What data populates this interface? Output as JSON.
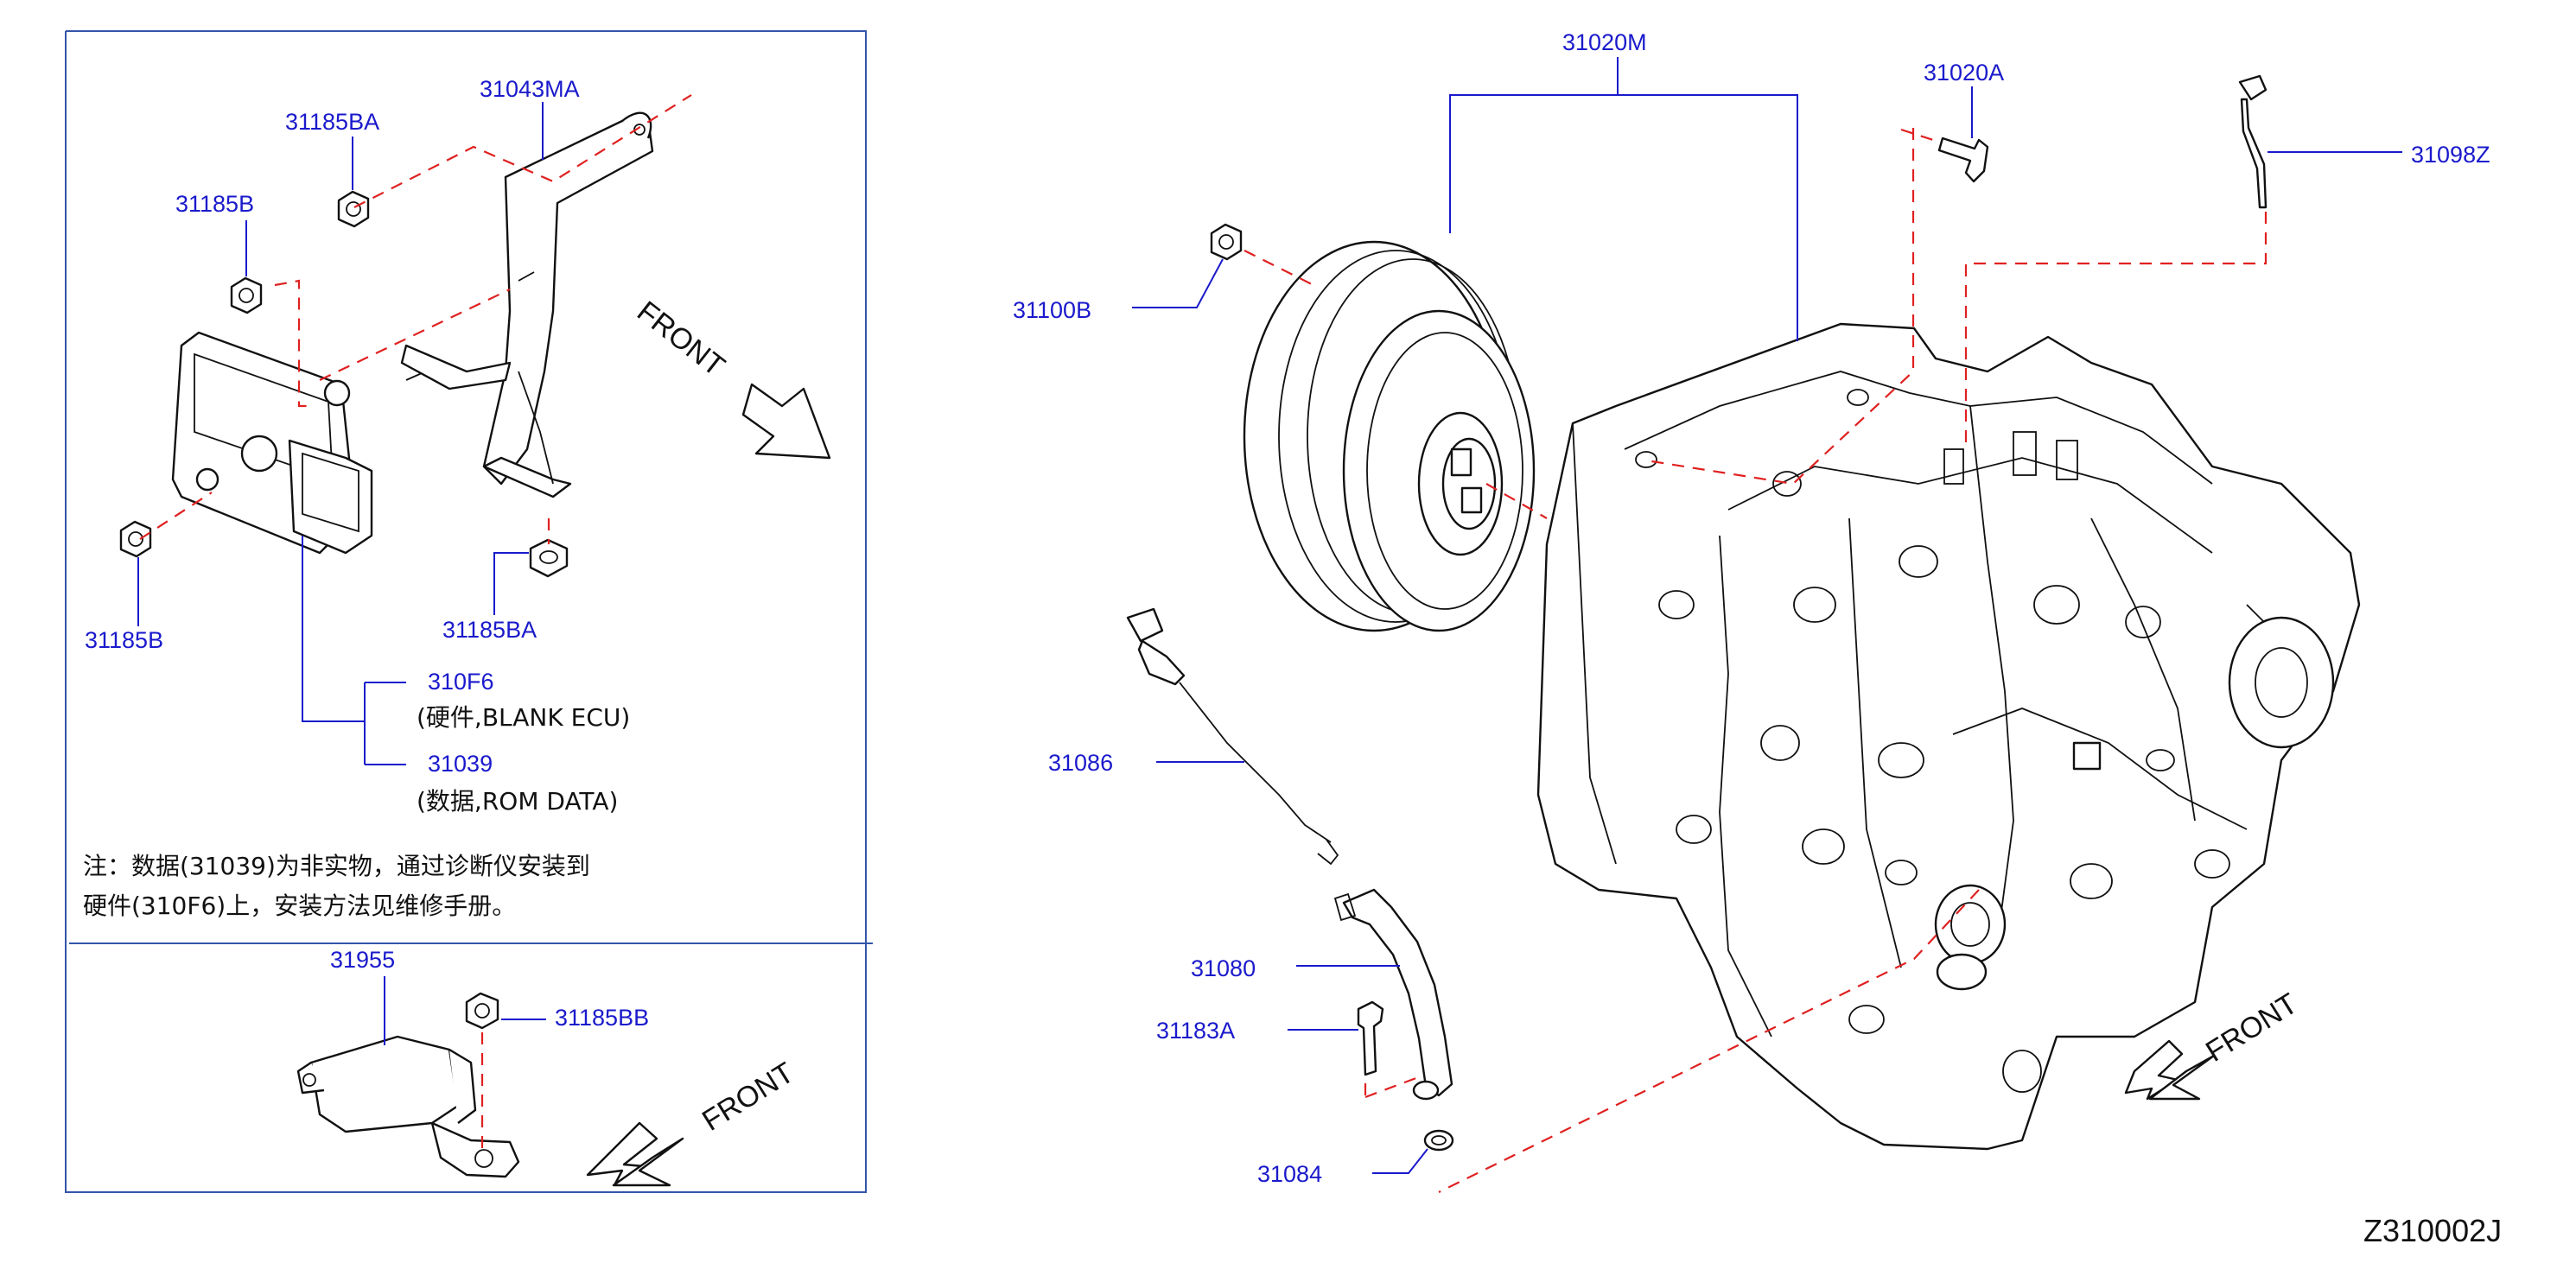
{
  "diagram_code": "Z310002J",
  "front_label": "FRONT",
  "parts": {
    "p31185BA_top": "31185BA",
    "p31043MA": "31043MA",
    "p31185B_top": "31185B",
    "p31185B_bottom": "31185B",
    "p31185BA_bottom": "31185BA",
    "p310F6": "310F6",
    "p310F6_desc": "(硬件,BLANK  ECU)",
    "p31039": "31039",
    "p31039_desc": "(数据,ROM  DATA)",
    "p31955": "31955",
    "p31185BB": "31185BB",
    "p31020M": "31020M",
    "p31020A": "31020A",
    "p31098Z": "31098Z",
    "p31100B": "31100B",
    "p31086": "31086",
    "p31080": "31080",
    "p31183A": "31183A",
    "p31084": "31084"
  },
  "note": {
    "line1": "注：数据(31039)为非实物，通过诊断仪安装到",
    "line2": "硬件(310F6)上，安装方法见维修手册。"
  },
  "colors": {
    "label": "#1a1acc",
    "dash": "#e02020",
    "frame": "#3355aa",
    "ink": "#111111"
  }
}
